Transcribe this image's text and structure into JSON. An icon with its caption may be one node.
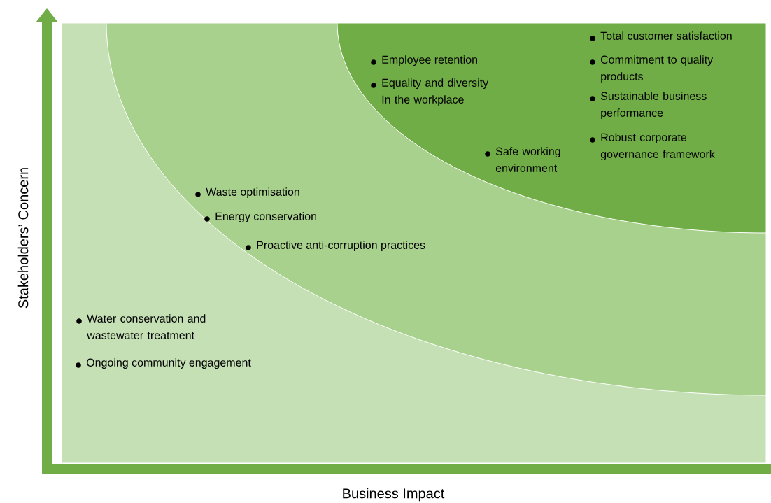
{
  "diagram": {
    "nodes": [
      {
        "text": [
          "Water conservation and wastewater treatment",
          "Ongoing community engagement"
        ]
      },
      {
        "text": [
          "Waste optimisation",
          "Energy conservation",
          "Proactive anti-corruption practices"
        ],
        "in": 0
      },
      {
        "text": [
          "Total customer satisfaction",
          "Employee retention",
          "Commitment to quality products",
          "Equality and diversity In the workplace",
          "Sustainable business performance",
          "Robust corporate governance framework",
          "Safe working environment"
        ],
        "in": 1
      }
    ],
    "labels": [
      "Stakeholders’ Concern",
      "Business Impact"
    ]
  }
}
